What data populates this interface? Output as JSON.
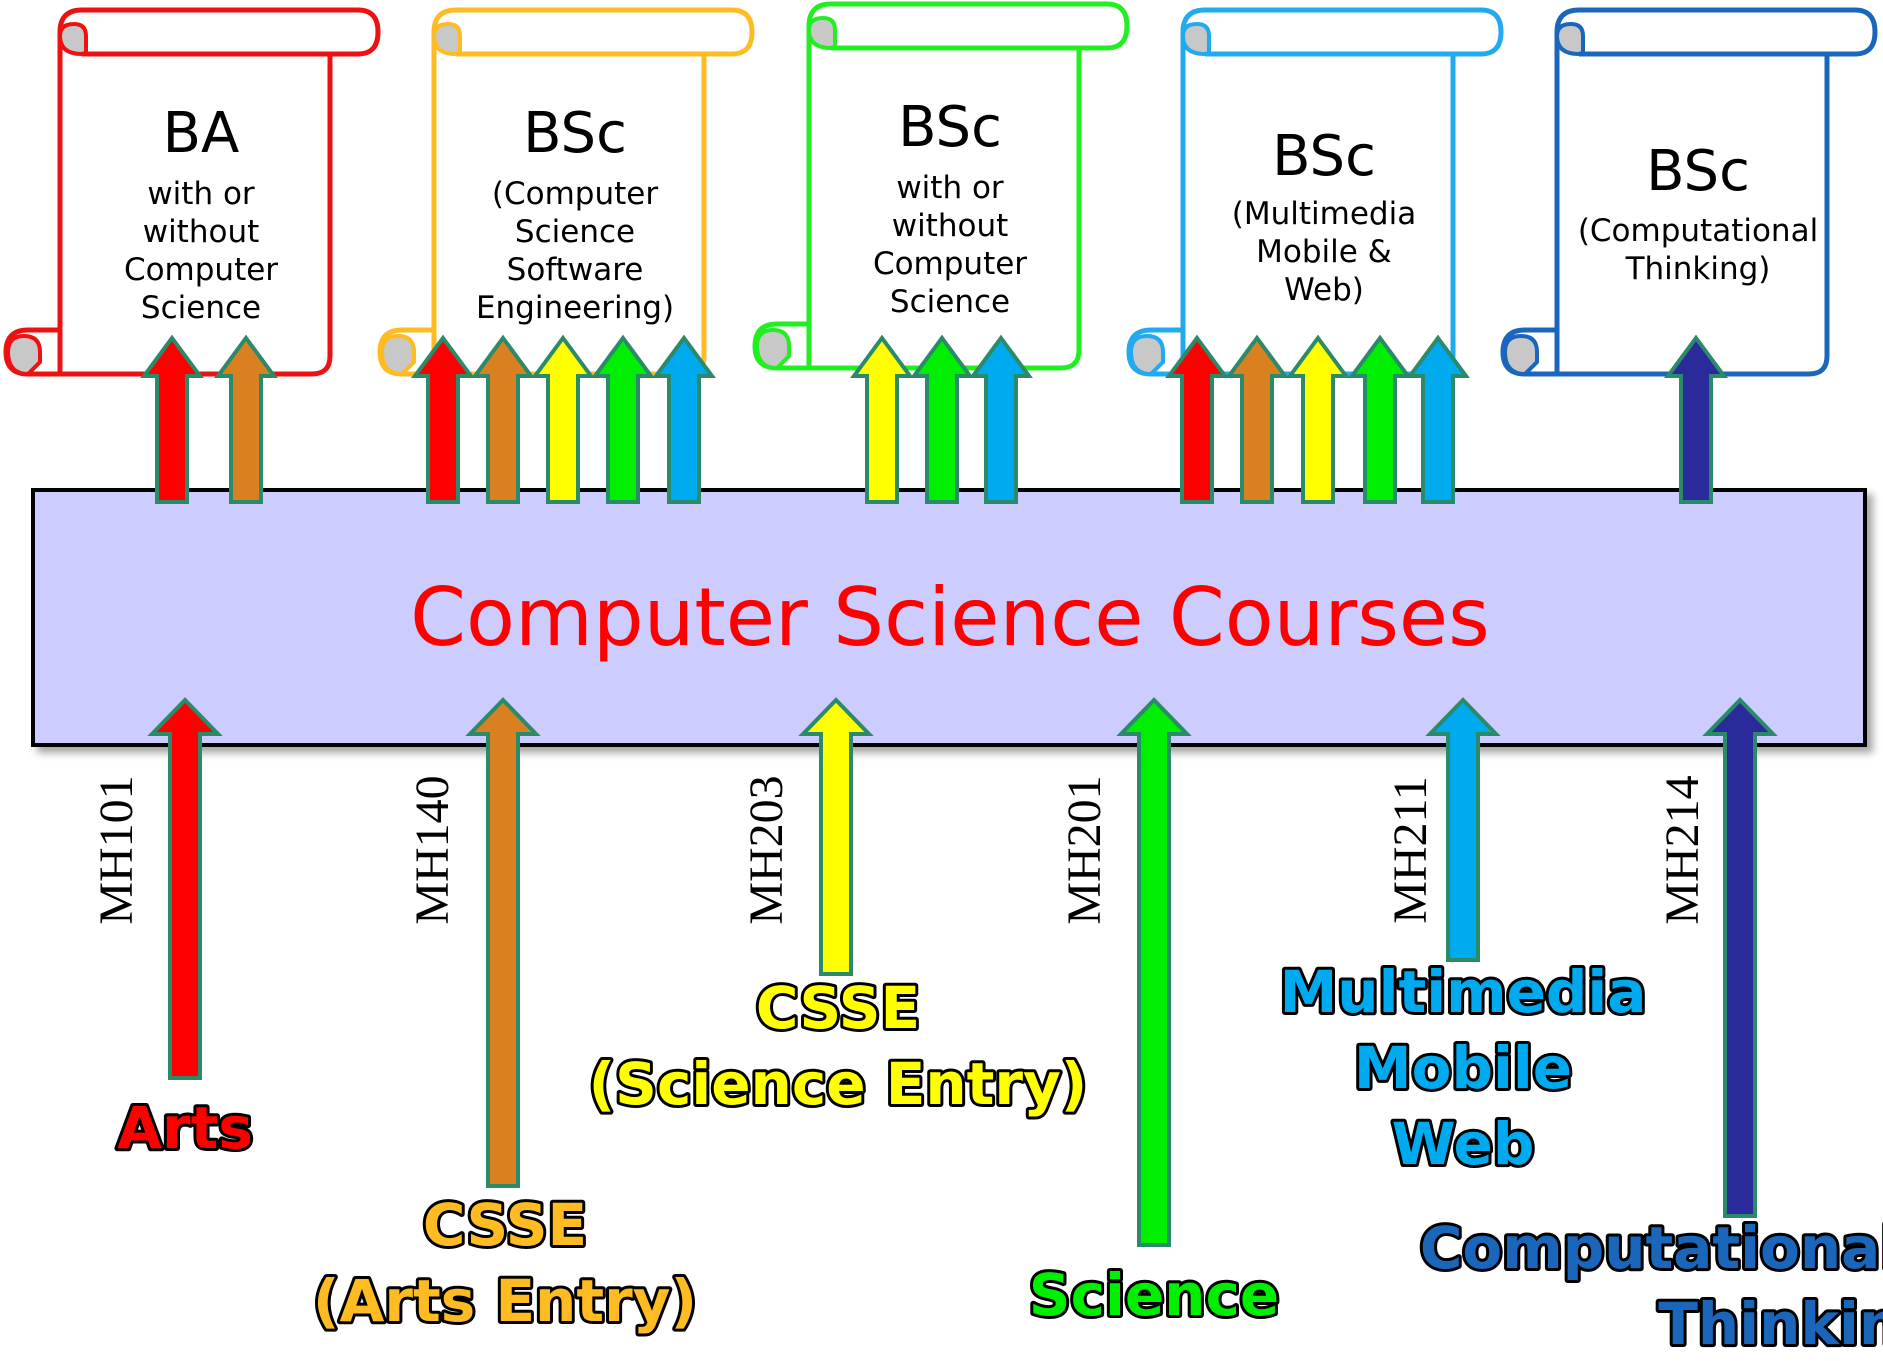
{
  "main_box": {
    "title": "Computer Science Courses"
  },
  "colors": {
    "red": "#ff0000",
    "orange": "#d98020",
    "yellow": "#ffff00",
    "green": "#00ee00",
    "lightblue": "#00aaee",
    "navy": "#2a2a9a",
    "box_fill": "#ccccff",
    "arrow_outline": "#2a8a6a"
  },
  "degrees": [
    {
      "title": "BA",
      "lines": [
        "with or",
        "without",
        "Computer",
        "Science"
      ],
      "color": "#ee1111",
      "arrows": [
        "red",
        "orange"
      ]
    },
    {
      "title": "BSc",
      "lines": [
        "(Computer",
        "Science",
        "Software",
        "Engineering)"
      ],
      "color": "#ffbb22",
      "arrows": [
        "red",
        "orange",
        "yellow",
        "green",
        "lightblue"
      ]
    },
    {
      "title": "BSc",
      "lines": [
        "with or",
        "without",
        "Computer",
        "Science"
      ],
      "color": "#22ee22",
      "arrows": [
        "yellow",
        "green",
        "lightblue"
      ]
    },
    {
      "title": "BSc",
      "lines": [
        "(Multimedia",
        "Mobile &",
        "Web)"
      ],
      "color": "#22aaee",
      "arrows": [
        "red",
        "orange",
        "yellow",
        "green",
        "lightblue"
      ]
    },
    {
      "title": "BSc",
      "lines": [
        "(Computational",
        "Thinking)"
      ],
      "color": "#1a66bb",
      "arrows": [
        "navy"
      ]
    }
  ],
  "entry_routes": [
    {
      "code": "MH101",
      "label_lines": [
        "Arts"
      ],
      "color": "red"
    },
    {
      "code": "MH140",
      "label_lines": [
        "CSSE",
        "(Arts Entry)"
      ],
      "color": "orange"
    },
    {
      "code": "MH203",
      "label_lines": [
        "CSSE",
        "(Science Entry)"
      ],
      "color": "yellow"
    },
    {
      "code": "MH201",
      "label_lines": [
        "Science"
      ],
      "color": "green"
    },
    {
      "code": "MH211",
      "label_lines": [
        "Multimedia",
        "Mobile",
        "Web"
      ],
      "color": "lightblue"
    },
    {
      "code": "MH214",
      "label_lines": [
        "Computational",
        "Thinking"
      ],
      "color": "navy"
    }
  ]
}
